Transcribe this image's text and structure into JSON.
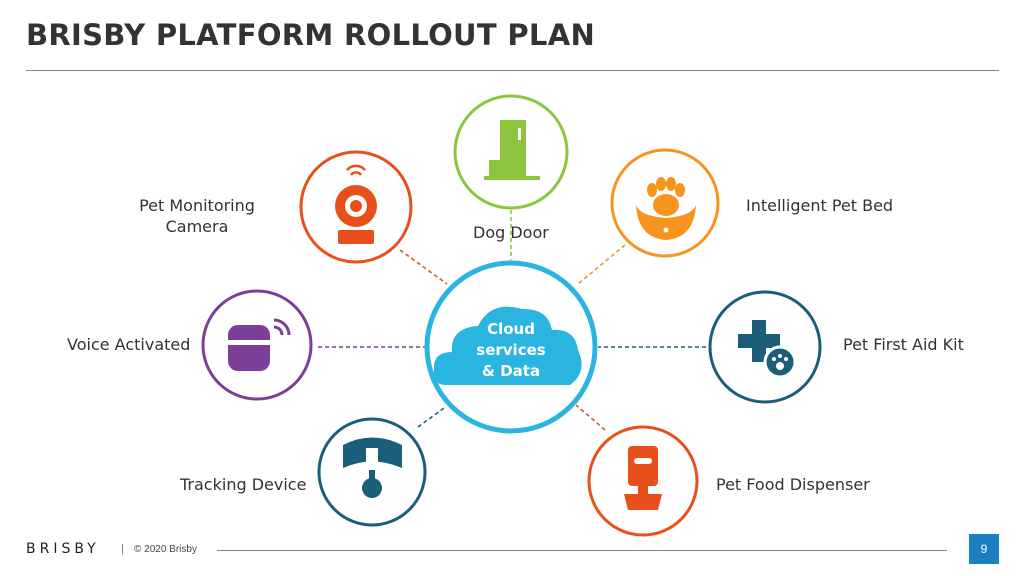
{
  "title": "BRISBY PLATFORM ROLLOUT PLAN",
  "center": {
    "lines": [
      "Cloud",
      "services",
      "& Data"
    ]
  },
  "nodes": [
    {
      "id": "dog-door",
      "label": "Dog Door",
      "color": "#8cc63f",
      "icon": "door-icon"
    },
    {
      "id": "intelligent-pet-bed",
      "label": "Intelligent Pet Bed",
      "color": "#f7941d",
      "icon": "paw-bed-icon"
    },
    {
      "id": "pet-first-aid-kit",
      "label": "Pet First Aid Kit",
      "color": "#1b5e7a",
      "icon": "first-aid-icon"
    },
    {
      "id": "pet-food-dispenser",
      "label": "Pet Food Dispenser",
      "color": "#e8501b",
      "icon": "food-dispenser-icon"
    },
    {
      "id": "tracking-device",
      "label": "Tracking Device",
      "color": "#1b5e7a",
      "icon": "collar-icon"
    },
    {
      "id": "voice-activated",
      "label": "Voice Activated",
      "color": "#7b3f98",
      "icon": "smart-speaker-icon"
    },
    {
      "id": "pet-monitoring-camera",
      "label_lines": [
        "Pet Monitoring",
        "Camera"
      ],
      "color": "#e8501b",
      "icon": "camera-icon"
    }
  ],
  "footer": {
    "brand": "BRISBY",
    "separator": "|",
    "copyright": "© 2020 Brisby",
    "page": "9"
  },
  "colors": {
    "center": "#29b5e0",
    "center_ring": "#29b5e0",
    "page_badge": "#1a7fc1"
  }
}
